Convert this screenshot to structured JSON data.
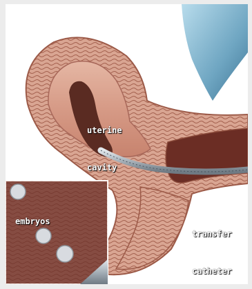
{
  "labels": {
    "uterine_cavity_line1": "uterine",
    "uterine_cavity_line2": "cavity",
    "embryos": "embryos",
    "transfer_catheter_line1": "transfer",
    "transfer_catheter_line2": "catheter"
  },
  "colors": {
    "tissue_outer": "#c98a7a",
    "tissue_inner": "#e7c0ad",
    "tissue_dark": "#8a4a3a",
    "cavity": "#5a2b22",
    "catheter": "#9aa4ad",
    "inset_bg": "#6a2f28",
    "blue_object": "#7fb2cc"
  }
}
